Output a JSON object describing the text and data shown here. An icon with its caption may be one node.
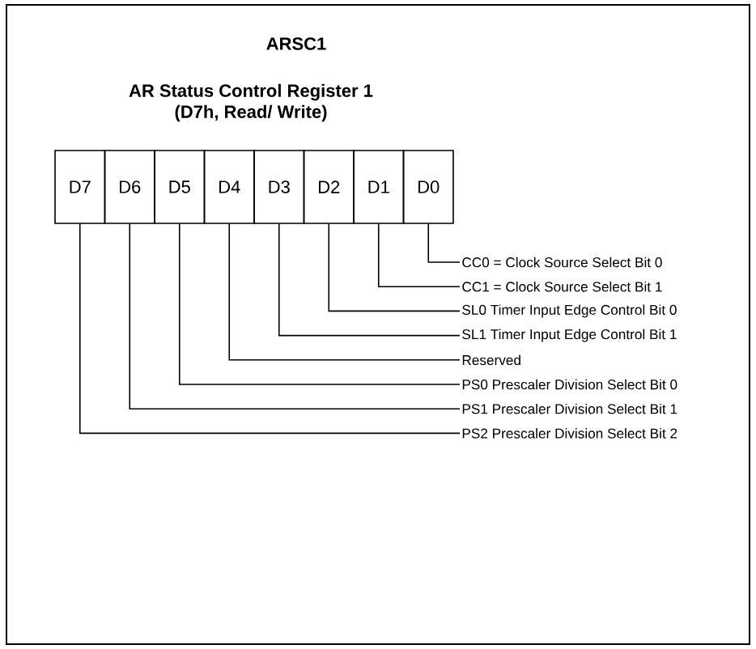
{
  "diagram": {
    "title": "ARSC1",
    "nodes": [
      {
        "text": [
          "D7"
        ]
      },
      {
        "text": [
          "D6"
        ]
      },
      {
        "text": [
          "D5"
        ]
      },
      {
        "text": [
          "D4"
        ]
      },
      {
        "text": [
          "D3"
        ]
      },
      {
        "text": [
          "D2"
        ]
      },
      {
        "text": [
          "D1"
        ]
      },
      {
        "text": [
          "D0"
        ]
      },
      {
        "text": [
          "CC0 = Clock Source Select Bit 0"
        ]
      },
      {
        "text": [
          "CC1 = Clock Source Select Bit 1"
        ]
      },
      {
        "text": [
          "SL0 Timer Input Edge Control Bit 0"
        ]
      },
      {
        "text": [
          "SL1 Timer Input Edge Control Bit 1"
        ]
      },
      {
        "text": [
          "Reserved"
        ]
      },
      {
        "text": [
          "PS0 Prescaler Division Select Bit 0"
        ]
      },
      {
        "text": [
          "PS1 Prescaler Division Select Bit 1"
        ]
      },
      {
        "text": [
          "PS2 Prescaler Division Select Bit 2"
        ]
      }
    ],
    "edges": [
      {
        "from": 7,
        "to": 8,
        "arrow": "none"
      },
      {
        "from": 6,
        "to": 9,
        "arrow": "none"
      },
      {
        "from": 5,
        "to": 10,
        "arrow": "none"
      },
      {
        "from": 4,
        "to": 11,
        "arrow": "none"
      },
      {
        "from": 3,
        "to": 12,
        "arrow": "none"
      },
      {
        "from": 2,
        "to": 13,
        "arrow": "none"
      },
      {
        "from": 1,
        "to": 14,
        "arrow": "none"
      },
      {
        "from": 0,
        "to": 15,
        "arrow": "none"
      }
    ],
    "labels": [
      "AR Status Control Register 1",
      "(D7h, Read/ Write)"
    ]
  }
}
